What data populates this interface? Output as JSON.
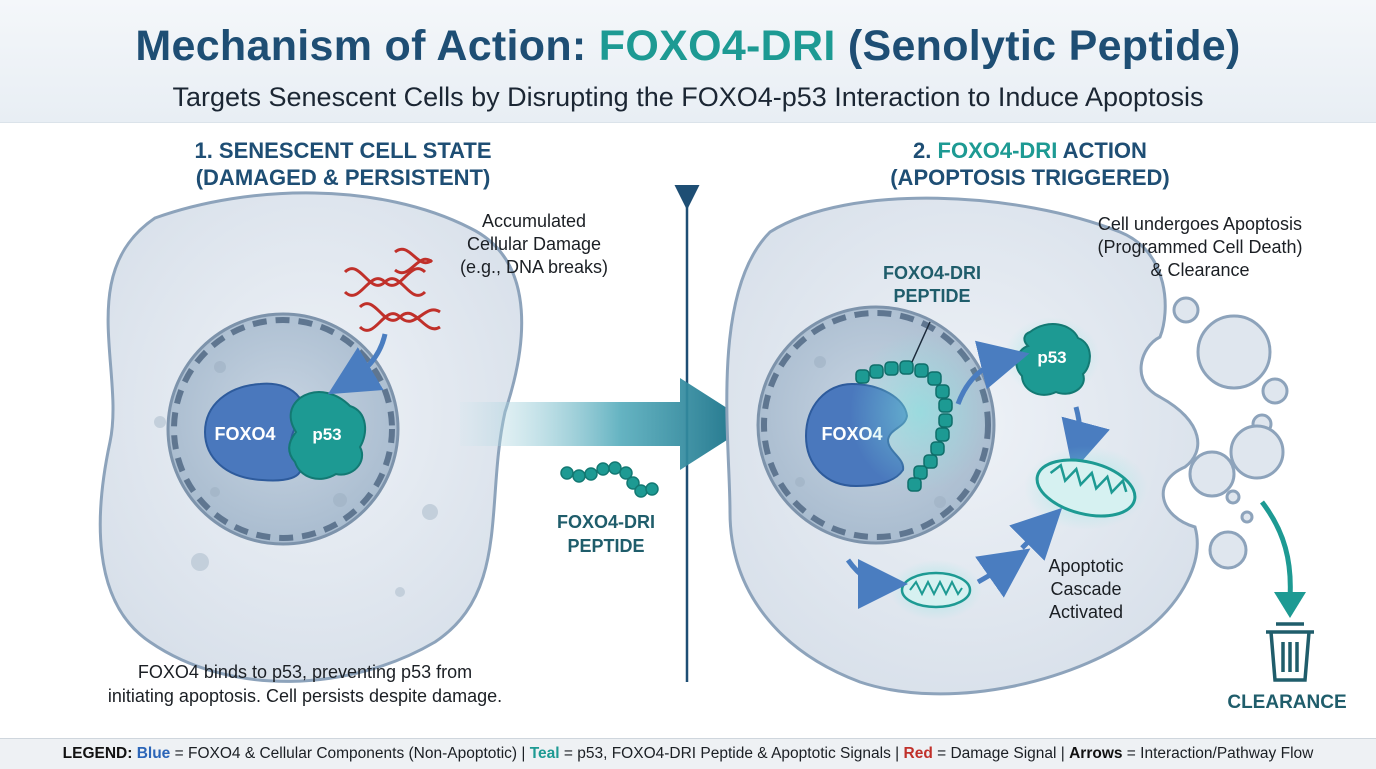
{
  "header": {
    "title_part1": "Mechanism of Action: ",
    "title_highlight": "FOXO4-DRI",
    "title_part2": " (Senolytic Peptide)",
    "subtitle": "Targets Senescent Cells by Disrupting the FOXO4-p53 Interaction to Induce Apoptosis"
  },
  "left_panel": {
    "heading_line1": "1. SENESCENT CELL STATE",
    "heading_line2": "(DAMAGED & PERSISTENT)",
    "damage_label": [
      "Accumulated",
      "Cellular Damage",
      "(e.g., DNA breaks)"
    ],
    "foxo4_label": "FOXO4",
    "p53_label": "p53",
    "caption": [
      "FOXO4 binds to p53, preventing p53 from",
      "initiating apoptosis. Cell persists despite damage."
    ]
  },
  "middle": {
    "peptide_label": [
      "FOXO4-DRI",
      "PEPTIDE"
    ]
  },
  "right_panel": {
    "heading_prefix": "2. ",
    "heading_highlight": "FOXO4-DRI",
    "heading_suffix": " ACTION",
    "heading_line2": "(APOPTOSIS TRIGGERED)",
    "peptide_label": [
      "FOXO4-DRI",
      "PEPTIDE"
    ],
    "foxo4_label": "FOXO4",
    "p53_label": "p53",
    "apoptosis_label": [
      "Cell undergoes Apoptosis",
      "(Programmed Cell Death)",
      "& Clearance"
    ],
    "cascade_label": [
      "Apoptotic",
      "Cascade",
      "Activated"
    ],
    "clearance_label": "CLEARANCE"
  },
  "legend": {
    "prefix": "LEGEND:",
    "blue_word": "Blue",
    "blue_desc": " = FOXO4 & Cellular Components (Non-Apoptotic) | ",
    "teal_word": "Teal",
    "teal_desc": " = p53, FOXO4-DRI Peptide & Apoptotic Signals | ",
    "red_word": "Red",
    "red_desc": " = Damage Signal | ",
    "arrows_word": "Arrows",
    "arrows_desc": " = Interaction/Pathway Flow"
  },
  "colors": {
    "blue": "#2b65b8",
    "teal": "#1d9a93",
    "red": "#c0302a",
    "navy": "#1e4e74"
  },
  "icons": [
    "dna-damage-icon",
    "trash-can-icon",
    "mitochondrion-icon"
  ]
}
